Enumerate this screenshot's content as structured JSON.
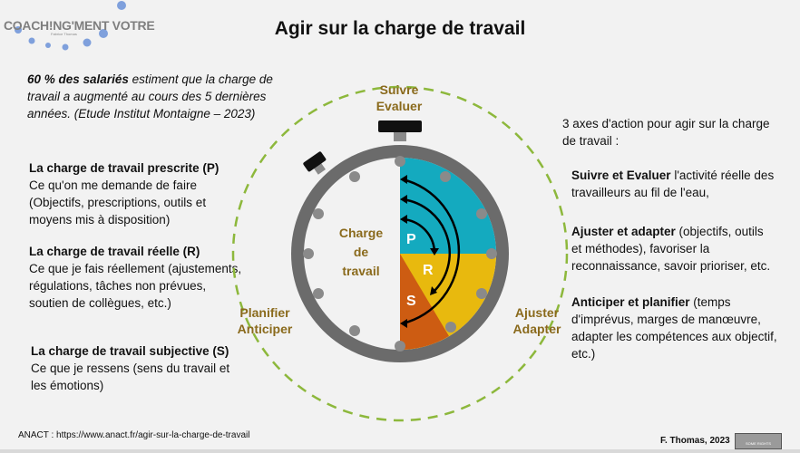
{
  "logo": {
    "name": "COACH!NG'MENT VOTRE",
    "sub": "Fabrice Thomas"
  },
  "title": "Agir sur la charge de travail",
  "intro": {
    "bold": "60 % des salariés",
    "rest": " estiment que la charge de travail a augmenté au cours des 5 dernières années. (Etude Institut Montaigne – 2023)"
  },
  "left": [
    {
      "heading": "La charge de travail prescrite (P)",
      "text": "Ce qu'on me demande de faire (Objectifs, prescriptions, outils et moyens mis à disposition)"
    },
    {
      "heading": "La charge de travail réelle (R)",
      "text": "Ce que je fais réellement (ajustements, régulations, tâches non prévues, soutien de collègues, etc.)"
    },
    {
      "heading": "La charge de travail subjective (S)",
      "text": "Ce que je ressens (sens du travail et les émotions)"
    }
  ],
  "cycle": {
    "top": "Suivre\nEvaluer",
    "left": "Planifier\nAnticiper",
    "right": "Ajuster\nAdapter"
  },
  "clock": {
    "center": "Charge\nde\ntravail",
    "p": "P",
    "r": "R",
    "s": "S",
    "colors": {
      "p": "#14aabf",
      "r": "#e8b90e",
      "s": "#cd5c12",
      "frame": "#6b6b6b",
      "dash": "#8db83c"
    }
  },
  "right": {
    "intro": "3 axes d'action pour agir sur la charge de travail :",
    "items": [
      {
        "bold": "Suivre et Evaluer",
        "rest": " l'activité réelle des travailleurs au fil de l'eau,"
      },
      {
        "bold": "Ajuster et adapter",
        "rest": " (objectifs, outils et méthodes), favoriser la reconnaissance, savoir prioriser, etc."
      },
      {
        "bold": "Anticiper et planifier",
        "rest": " (temps d'imprévus,  marges de manœuvre, adapter les compétences aux objectif, etc.)"
      }
    ]
  },
  "footer": {
    "source": "ANACT : https://www.anact.fr/agir-sur-la-charge-de-travail",
    "author": "F. Thomas, 2023",
    "license": "SOME RIGHTS RESERVED"
  }
}
